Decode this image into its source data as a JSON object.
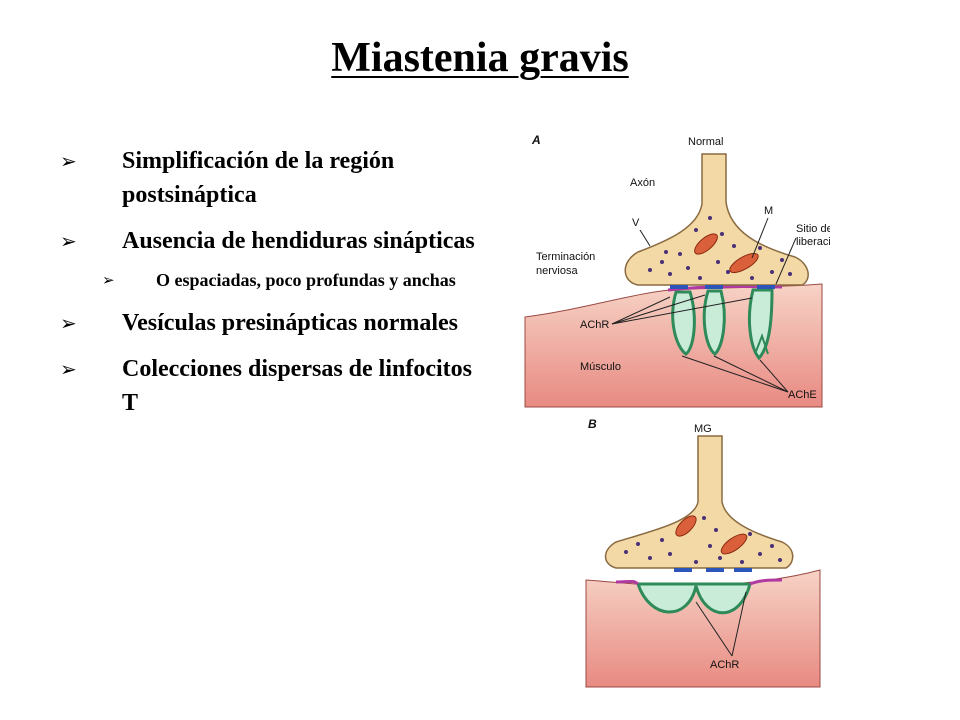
{
  "title": "Miastenia gravis",
  "bullets": [
    "Simplificación de la región postsináptica",
    "Ausencia de hendiduras sinápticas",
    "O espaciadas, poco profundas y anchas",
    "Vesículas presinápticas normales",
    "Colecciones dispersas de linfocitos T"
  ],
  "arrow_glyph": "➢",
  "diagram": {
    "panel_a": {
      "letter": "A",
      "header": "Normal",
      "axon": "Axón",
      "vesicle": "V",
      "mitochondria": "M",
      "release_site_1": "Sitio de",
      "release_site_2": "liberación",
      "terminal_1": "Terminación",
      "terminal_2": "nerviosa",
      "achr": "AChR",
      "muscle": "Músculo",
      "ache": "AChE"
    },
    "panel_b": {
      "letter": "B",
      "header": "MG",
      "achr": "AChR"
    }
  },
  "colors": {
    "terminal_fill": "#f3d9a6",
    "terminal_stroke": "#8a6a40",
    "muscle_top": "#f7d3c6",
    "muscle_bottom": "#e88a82",
    "fold_fill": "#c9ecd9",
    "fold_stroke": "#2f8a5a",
    "release_site": "#2b55b8",
    "achr_membrane": "#b03aa0",
    "mitochondria": "#d9603a",
    "vesicle": "#4a2f7a"
  }
}
